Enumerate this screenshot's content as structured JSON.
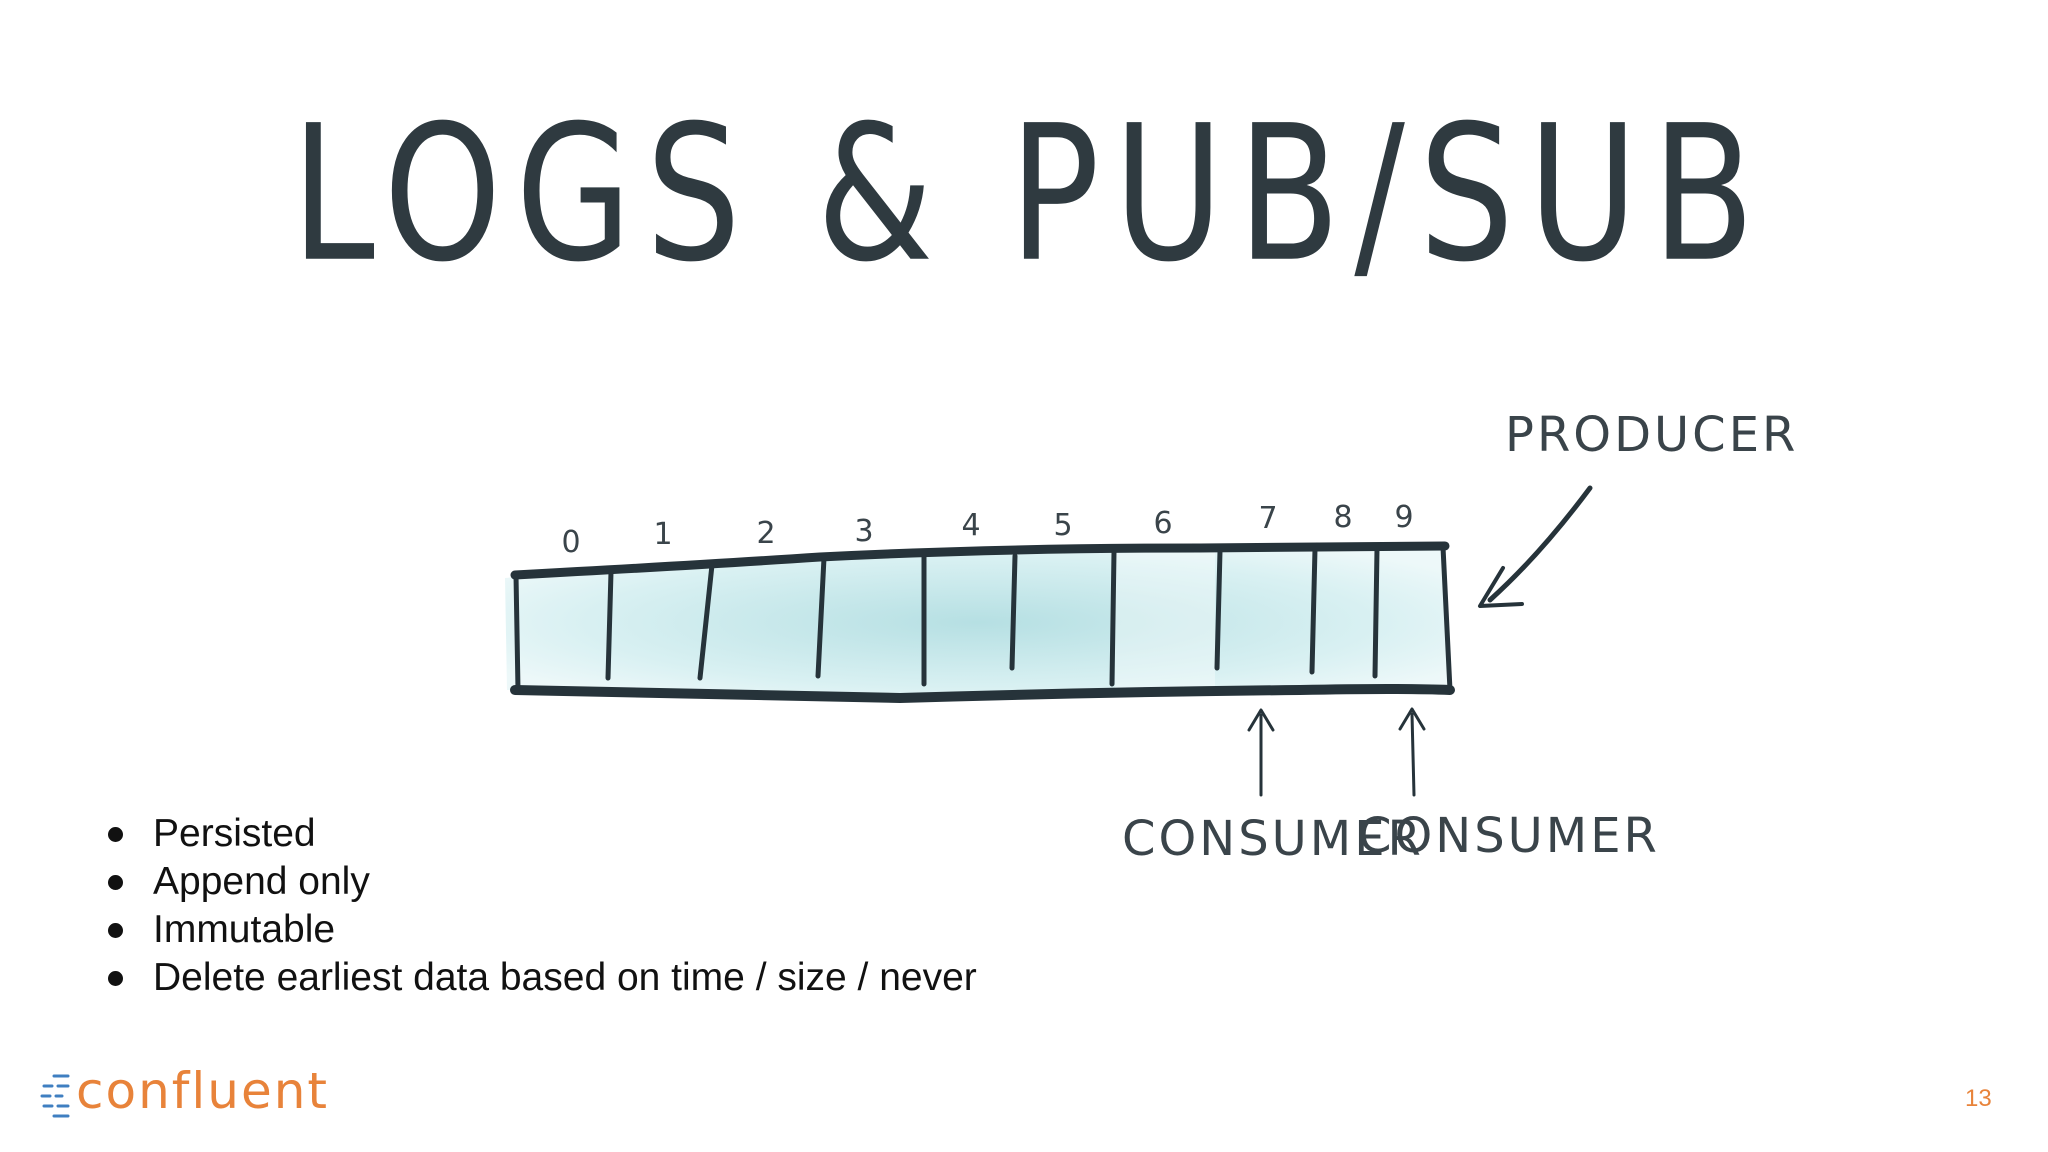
{
  "slide": {
    "title": "LOGS & PUB/SUB",
    "diagram": {
      "offsets": [
        "0",
        "1",
        "2",
        "3",
        "4",
        "5",
        "6",
        "7",
        "8",
        "9"
      ],
      "producer_label": "PRODUCER",
      "consumer_labels": [
        "CONSUMER",
        "CONSUMER"
      ]
    },
    "bullets": [
      "Persisted",
      "Append only",
      "Immutable",
      "Delete earliest data based on time / size / never"
    ],
    "logo": "confluent",
    "page_number": "13",
    "colors": {
      "accent": "#e8833a",
      "log_fill": "#b9e1e6",
      "ink": "#26333a"
    }
  }
}
